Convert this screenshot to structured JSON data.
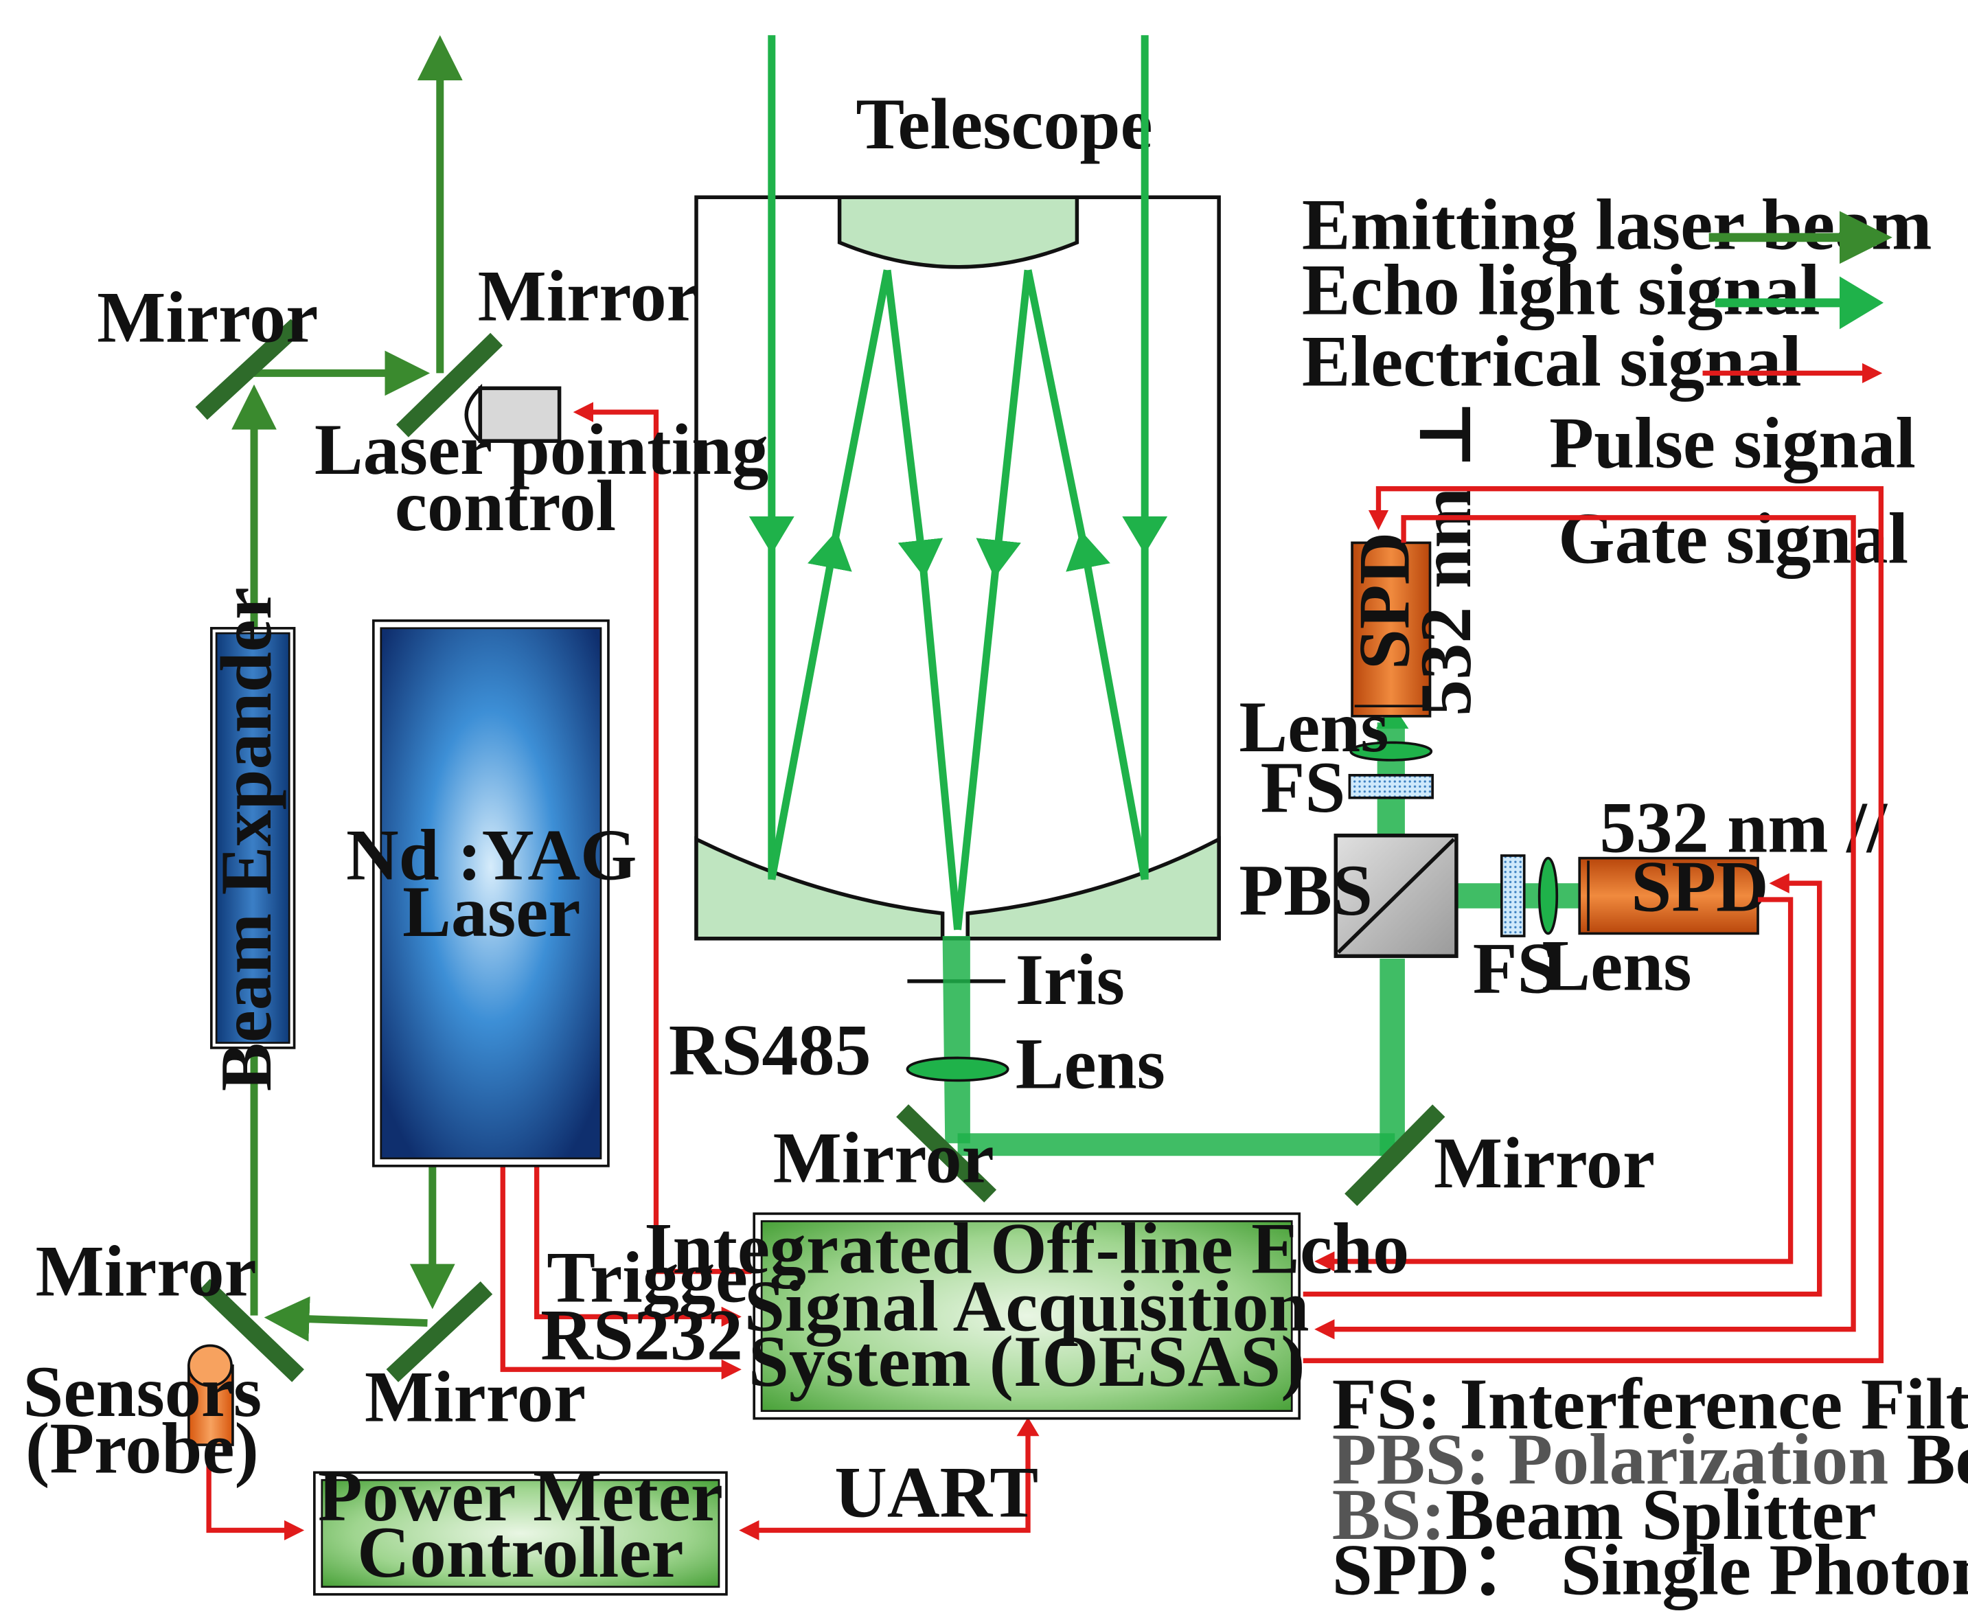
{
  "legend": {
    "emitting": "Emitting laser beam",
    "echo": "Echo light signal",
    "electrical": "Electrical signal"
  },
  "labels": {
    "telescope": "Telescope",
    "mirror": "Mirror",
    "laser_pointing_1": "Laser pointing",
    "laser_pointing_2": "control",
    "beam_expander": "Beam  Expander",
    "laser_1": "Nd :YAG",
    "laser_2": "Laser",
    "rs485": "RS485",
    "iris": "Iris",
    "lens": "Lens",
    "fs": "FS",
    "pbs": "PBS",
    "spd": "SPD",
    "wl_perp": "532 nm ⊥",
    "wl_par": "532 nm //",
    "pulse_signal": "Pulse signal",
    "gate_signal": "Gate signal",
    "trigger": "Trigger",
    "rs232": "RS232",
    "ioesas_1": "Integrated Off-line Echo",
    "ioesas_2": "Signal Acquisition",
    "ioesas_3": "System (IOESAS)",
    "sensors_1": "Sensors",
    "sensors_2": "(Probe)",
    "power_1": "Power Meter",
    "power_2": "Controller",
    "uart": "UART"
  },
  "notes": {
    "fs_abbr": "FS:",
    "fs_desc": " Interference Filter",
    "pbs_abbr": "PBS: Polarization",
    "pbs_desc": " Beamsplitter",
    "bs_abbr": "BS:",
    "bs_desc": "Beam Splitter",
    "spd_abbr": "SPD",
    "spd_desc": "：  Single Photon Detector"
  },
  "colors": {
    "emitting": "#3a8a2e",
    "echo": "#1fb24a",
    "electrical": "#e01b1b",
    "mirror": "#2e6b2a",
    "laser_blue": "#1d4f9c",
    "spd_orange": "#e86a1a",
    "box_green": "#6cbf5a"
  }
}
